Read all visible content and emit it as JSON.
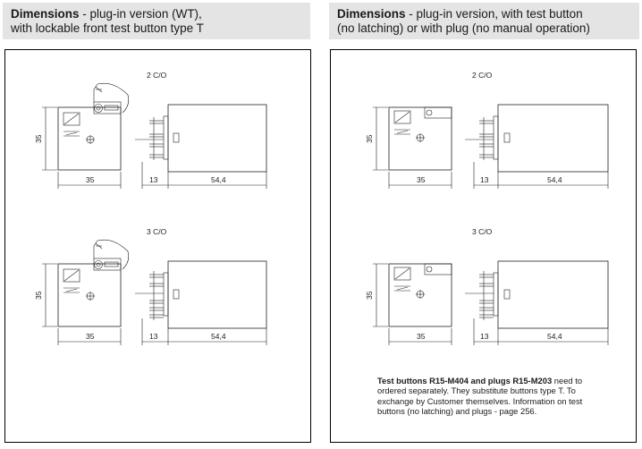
{
  "left": {
    "header_bold": "Dimensions",
    "header_rest": " - plug-in version (WT),",
    "header_line2": "with lockable front test button type T",
    "diagrams": [
      {
        "title": "2 C/O",
        "dim_height": "35",
        "dim_width": "35",
        "dim_pin": "13",
        "dim_depth": "54,4"
      },
      {
        "title": "3 C/O",
        "dim_height": "35",
        "dim_width": "35",
        "dim_pin": "13",
        "dim_depth": "54,4"
      }
    ]
  },
  "right": {
    "header_bold": "Dimensions",
    "header_rest": " - plug-in version, with test button",
    "header_line2": "(no latching) or with plug (no manual operation)",
    "diagrams": [
      {
        "title": "2 C/O",
        "dim_height": "35",
        "dim_width": "35",
        "dim_pin": "13",
        "dim_depth": "54,4"
      },
      {
        "title": "3 C/O",
        "dim_height": "35",
        "dim_width": "35",
        "dim_pin": "13",
        "dim_depth": "54,4"
      }
    ],
    "note_bold": "Test buttons R15-M404 and plugs R15-M203",
    "note_rest": " need to ordered separately. They substitute buttons type T. To exchange by Customer themselves. Information on test buttons (no latching) and plugs - page 256."
  }
}
